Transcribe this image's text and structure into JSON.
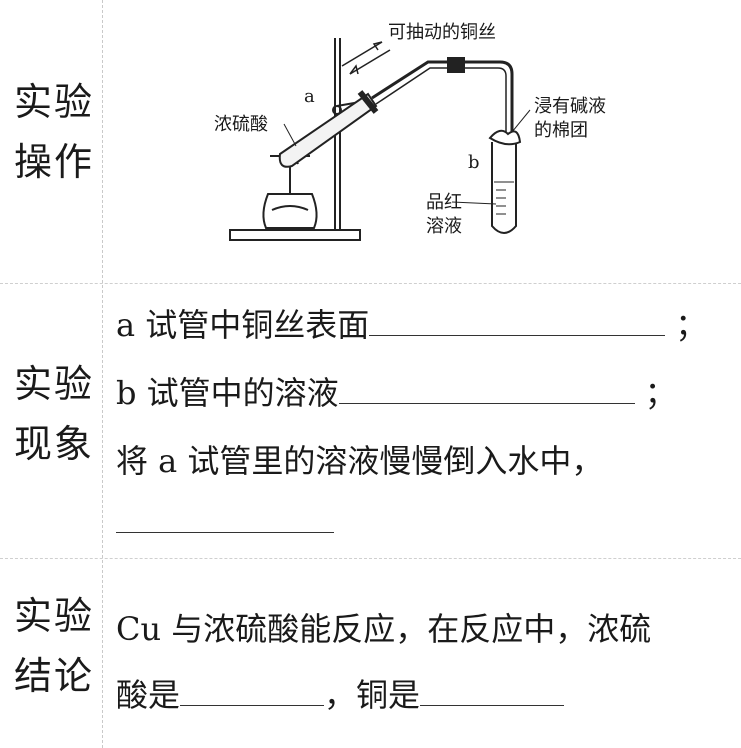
{
  "rows": {
    "operation": {
      "label_1": "实验",
      "label_2": "操作"
    },
    "phenomenon": {
      "label_1": "实验",
      "label_2": "现象",
      "line_1": "a 试管中铜丝表面",
      "line_1_end": "；",
      "line_2": "b 试管中的溶液",
      "line_2_end": "；",
      "line_3": "将 a 试管里的溶液慢慢倒入水中，"
    },
    "conclusion": {
      "label_1": "实验",
      "label_2": "结论",
      "line_1": "Cu 与浓硫酸能反应，在反应中，浓硫",
      "line_2_a": "酸是",
      "line_2_b": "，铜是"
    }
  },
  "diagram": {
    "label_wire": "可抽动的铜丝",
    "label_acid": "浓硫酸",
    "label_a": "a",
    "label_b": "b",
    "label_cotton": "浸有碱液",
    "label_cotton_2": "的棉团",
    "label_solution": "品红",
    "label_solution_2": "溶液"
  }
}
